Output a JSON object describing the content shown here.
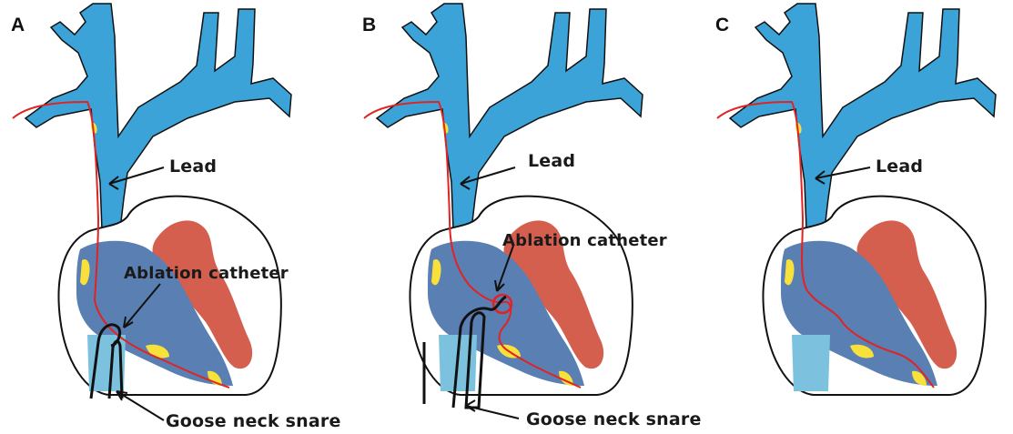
{
  "colors": {
    "vein": "#3ba3d8",
    "vein_light": "#7cc2de",
    "ventricle_right": "#5a7fb2",
    "ventricle_left": "#d45f4e",
    "fibrosis": "#f7e13a",
    "lead": "#e02323",
    "outline": "#111111"
  },
  "panels": [
    {
      "letter": "A",
      "labels": {
        "lead": "Lead",
        "ablation": "Ablation catheter",
        "snare": "Goose neck snare"
      }
    },
    {
      "letter": "B",
      "labels": {
        "lead": "Lead",
        "ablation": "Ablation catheter",
        "snare": "Goose neck snare"
      }
    },
    {
      "letter": "C",
      "labels": {
        "lead": "Lead"
      }
    }
  ]
}
